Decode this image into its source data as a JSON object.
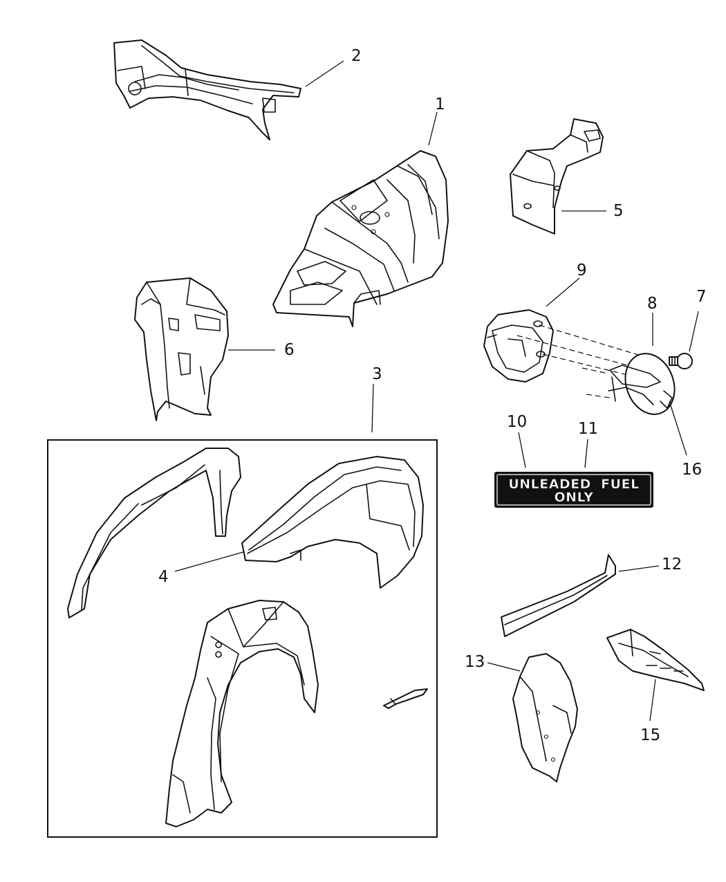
{
  "callouts": [
    {
      "id": "1",
      "text": "1"
    },
    {
      "id": "2",
      "text": "2"
    },
    {
      "id": "3",
      "text": "3"
    },
    {
      "id": "4",
      "text": "4"
    },
    {
      "id": "5",
      "text": "5"
    },
    {
      "id": "6",
      "text": "6"
    },
    {
      "id": "7",
      "text": "7"
    },
    {
      "id": "8",
      "text": "8"
    },
    {
      "id": "9",
      "text": "9"
    },
    {
      "id": "10",
      "text": "10"
    },
    {
      "id": "11",
      "text": "11"
    },
    {
      "id": "12",
      "text": "12"
    },
    {
      "id": "13",
      "text": "13"
    },
    {
      "id": "15",
      "text": "15"
    },
    {
      "id": "16",
      "text": "16"
    }
  ],
  "fuel_label": {
    "line1": "UNLEADED  FUEL",
    "line2": "ONLY"
  }
}
